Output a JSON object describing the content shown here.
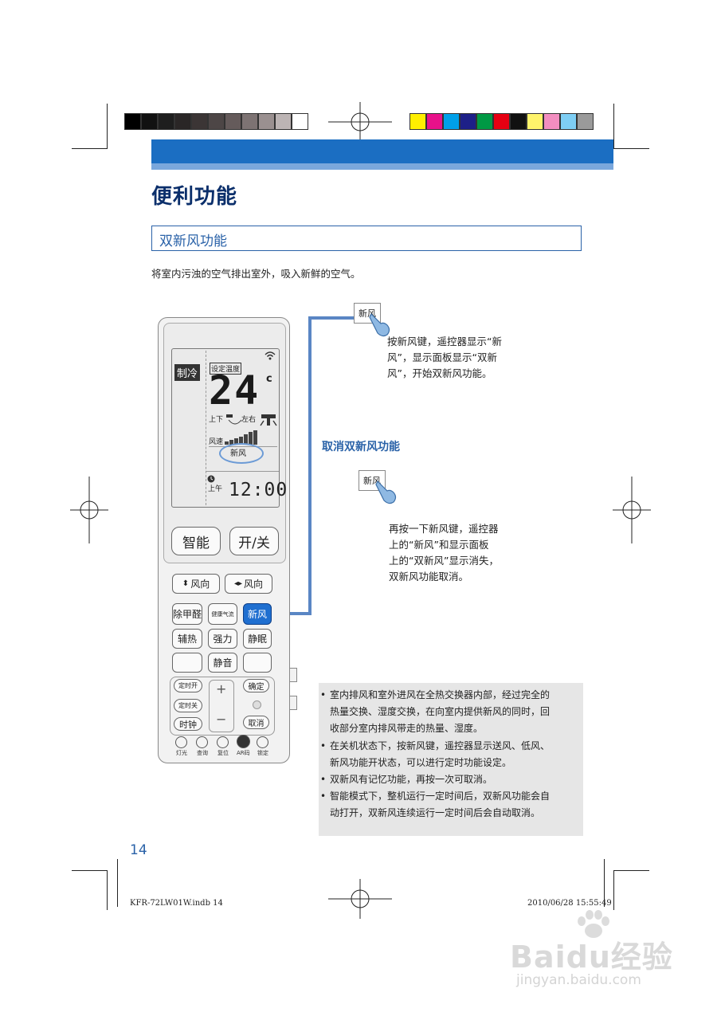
{
  "header": {
    "title": "便利功能",
    "section_title": "双新风功能"
  },
  "intro": "将室内污浊的空气排出室外，吸入新鲜的空气。",
  "remote": {
    "lcd": {
      "mode": "制冷",
      "set_temp_label": "设定温度",
      "temperature": "24",
      "unit": "c",
      "swing_updown": "上下",
      "swing_leftright": "左右",
      "fan_speed_label": "风速",
      "fresh_air": "新风",
      "ampm": "上午",
      "clock": "12:00"
    },
    "buttons": {
      "smart": "智能",
      "power": "开/关",
      "vane_vertical": "风向",
      "vane_horizontal": "风向",
      "formaldehyde": "除甲醛",
      "health_airflow": "健康气流",
      "fresh_air": "新风",
      "aux_heat": "辅热",
      "turbo": "强力",
      "sleep": "静眠",
      "mute": "静音",
      "timer_on": "定时开",
      "timer_off": "定时关",
      "clock": "时钟",
      "confirm": "确定",
      "cancel": "取消",
      "plus": "+",
      "minus": "−",
      "light": "灯光",
      "query": "查询",
      "reset": "复位",
      "code": "AR码",
      "lock": "锁定"
    }
  },
  "callout1": {
    "key": "新风",
    "text": [
      "按新风键，遥控器显示“新",
      "风”，显示面板显示“双新",
      "风”，开始双新风功能。"
    ]
  },
  "cancel": {
    "heading": "取消双新风功能",
    "key": "新风",
    "text": [
      "再按一下新风键，遥控器",
      "上的“新风”和显示面板",
      "上的“双新风”显示消失，",
      "双新风功能取消。"
    ]
  },
  "notes": [
    [
      "室内排风和室外进风在全热交换器内部，经过完全的",
      "热量交换、湿度交换，在向室内提供新风的同时，回",
      "收部分室内排风带走的热量、湿度。"
    ],
    [
      "在关机状态下，按新风键，遥控器显示送风、低风、",
      "新风功能开状态，可以进行定时功能设定。"
    ],
    [
      "双新风有记忆功能，再按一次可取消。"
    ],
    [
      "智能模式下，整机运行一定时间后，双新风功能会自",
      "动打开，双新风连续运行一定时间后会自动取消。"
    ]
  ],
  "page_number": "14",
  "footer": {
    "left": "KFR-72LW01W.indb   14",
    "right": "2010/06/28   15:55:49"
  },
  "watermark": {
    "logo": "Baidu经验",
    "url": "jingyan.baidu.com"
  },
  "colors": {
    "accent": "#1b6ec2",
    "title": "#0b2f6b",
    "highlight_button": "#1f6fd0"
  }
}
